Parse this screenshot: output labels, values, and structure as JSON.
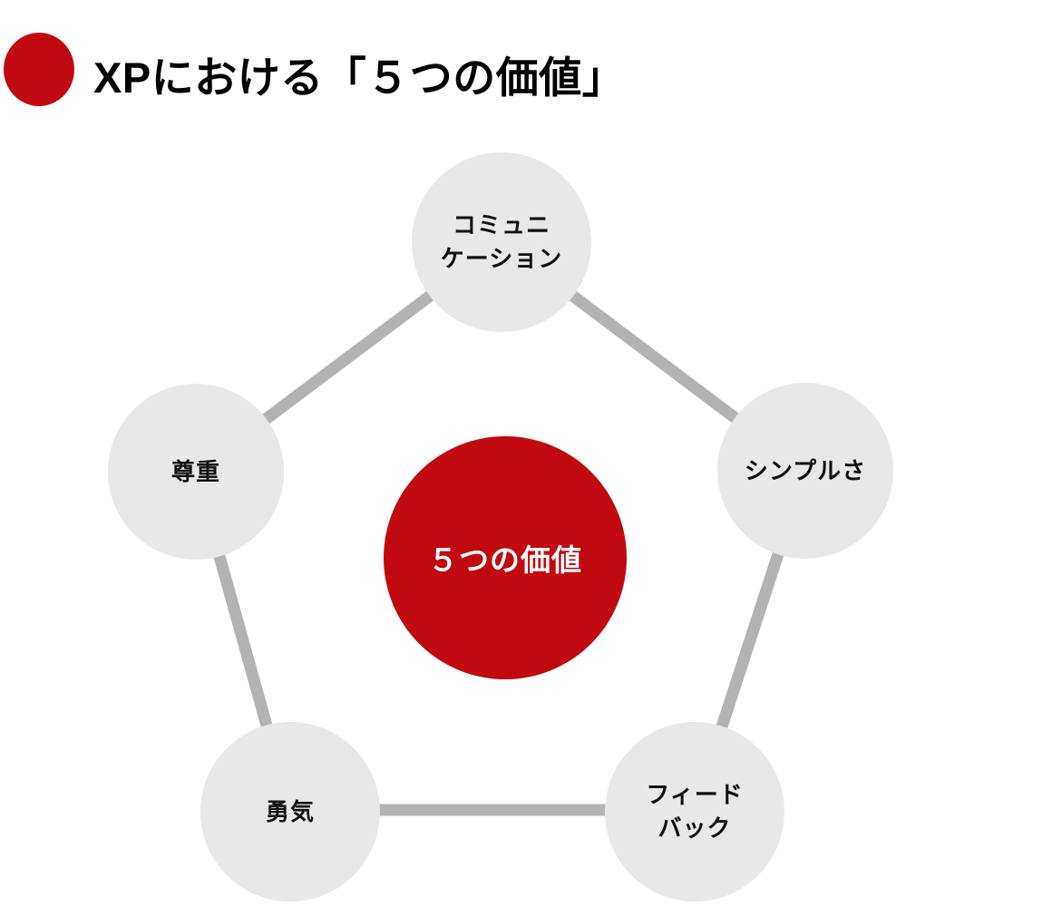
{
  "title": {
    "text": "XPにおける「５つの価値」"
  },
  "diagram": {
    "center": {
      "label": "５つの価値"
    },
    "nodes": [
      {
        "id": "communication",
        "label": "コミュニ\nケーション"
      },
      {
        "id": "simplicity",
        "label": "シンプルさ"
      },
      {
        "id": "feedback",
        "label": "フィード\nバック"
      },
      {
        "id": "courage",
        "label": "勇気"
      },
      {
        "id": "respect",
        "label": "尊重"
      }
    ]
  },
  "colors": {
    "accent_red": "#c00a0f",
    "node_fill": "#e8e8e8",
    "connector_gray": "#b3b3b3",
    "title_text": "#000000",
    "node_text": "#111111",
    "center_text": "#ffffff"
  }
}
